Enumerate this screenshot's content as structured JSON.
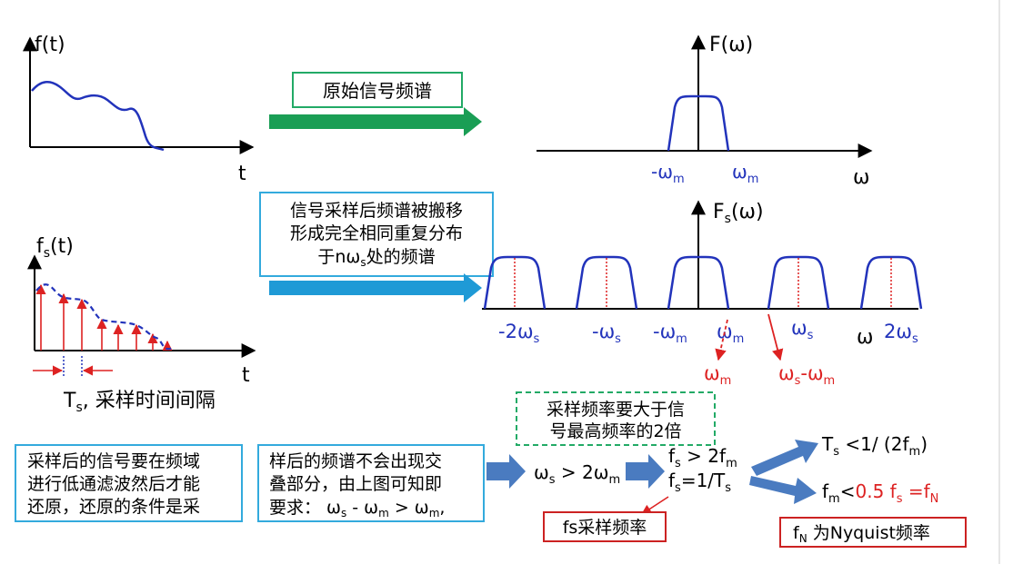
{
  "top_plot": {
    "y_label": "f(t)",
    "x_label": "t"
  },
  "box_original_spectrum": "原始信号频谱",
  "spectrum_top": {
    "y_label": "F(ω)",
    "x_label": "ω",
    "tick_neg": "-ω",
    "tick_neg_sub": "m",
    "tick_pos": "ω",
    "tick_pos_sub": "m"
  },
  "box_shift": {
    "line1": "信号采样后频谱被搬移",
    "line2": "形成完全相同重复分布",
    "line3_a": "于nω",
    "line3_sub": "s",
    "line3_b": "处的频谱"
  },
  "sampled_plot": {
    "y_label_main": "f",
    "y_label_sub": "s",
    "y_label_end": "(t)",
    "x_label": "t",
    "caption_main": "T",
    "caption_sub": "s",
    "caption_rest": ", 采样时间间隔"
  },
  "spectrum_sampled": {
    "y_label_main": "F",
    "y_label_sub": "s",
    "y_label_end": "(ω)",
    "x_label": "ω",
    "ticks": [
      {
        "main": "-2ω",
        "sub": "s"
      },
      {
        "main": "-ω",
        "sub": "s"
      },
      {
        "main": "-ω",
        "sub": "m"
      },
      {
        "main": "ω",
        "sub": "m"
      },
      {
        "main": "ω",
        "sub": "s"
      },
      {
        "main": "2ω",
        "sub": "s"
      }
    ],
    "red_label_1_main": "ω",
    "red_label_1_sub": "m",
    "red_label_2_a": "ω",
    "red_label_2_sub1": "s",
    "red_label_2_b": "-ω",
    "red_label_2_sub2": "m"
  },
  "box_condition_green": {
    "line1": "采样频率要大于信",
    "line2": "号最高频率的2倍"
  },
  "box_left_text": {
    "line1": "采样后的信号要在频域",
    "line2": "进行低通滤波然后才能",
    "line3": "还原，还原的条件是采"
  },
  "box_middle_text": {
    "line1": "样后的频谱不会出现交",
    "line2": "叠部分，由上图可知即",
    "line3_a": "要求： ω",
    "line3_sub1": "s",
    "line3_b": " - ω",
    "line3_sub2": "m",
    "line3_c": " > ω",
    "line3_sub3": "m",
    "line3_d": ","
  },
  "formula_1": {
    "a": "ω",
    "sub1": "s",
    "b": " > 2ω",
    "sub2": "m"
  },
  "formula_2": {
    "a": "f",
    "sub1": "s",
    "b": " > 2f",
    "sub2": "m"
  },
  "formula_3": {
    "a": "f",
    "sub1": "s",
    "b": "=1/T",
    "sub2": "s"
  },
  "formula_4": {
    "a": "T",
    "sub1": "s",
    "b": " <1/ (2f",
    "sub2": "m",
    "c": ")"
  },
  "formula_5": {
    "a": "f",
    "sub1": "m",
    "b": "<",
    "c": "0.5 f",
    "sub2": "s",
    "d": " =f",
    "sub3": "N"
  },
  "box_fs": "fs采样频率",
  "box_nyquist": {
    "a": "f",
    "sub": "N",
    "b": " 为Nyquist频率"
  },
  "colors": {
    "blue": "#2233bb",
    "red": "#dd2222",
    "green_arrow": "#1a9e55",
    "blue_arrow": "#1f9ad6",
    "box_border": "#33aadd",
    "box_green": "#22aa66",
    "box_red": "#cc2222",
    "steel_arrow": "#4a7bc0"
  }
}
